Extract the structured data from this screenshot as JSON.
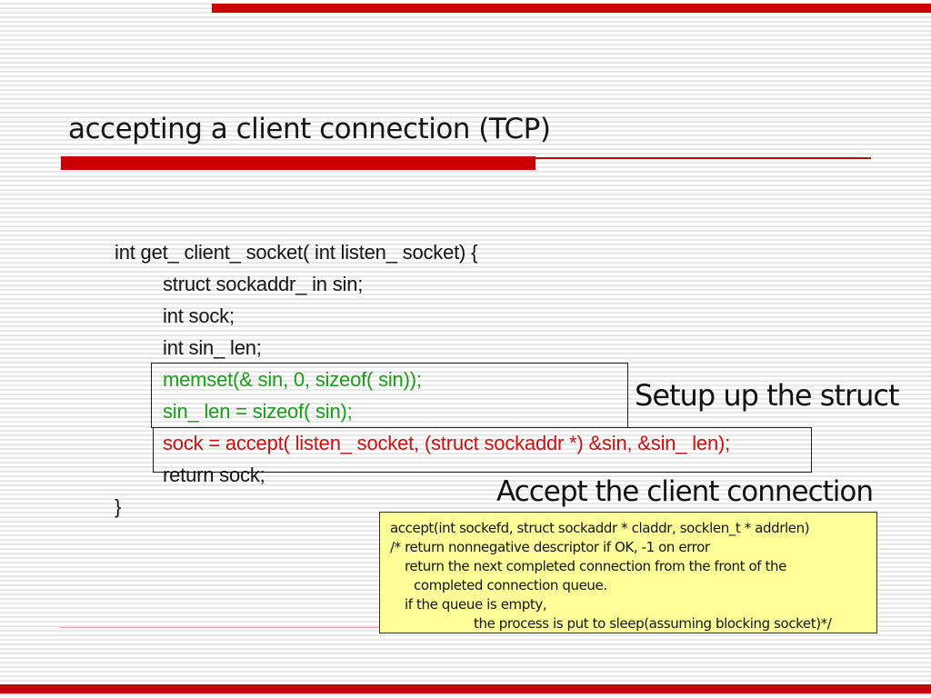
{
  "slide": {
    "title": "accepting a client connection (TCP)",
    "code": {
      "lines": [
        {
          "text": "int get_ client_ socket( int listen_ socket) {",
          "color": "black",
          "indent": 0
        },
        {
          "text": "struct sockaddr_ in sin;",
          "color": "black",
          "indent": 1
        },
        {
          "text": "int sock;",
          "color": "black",
          "indent": 1
        },
        {
          "text": "int sin_ len;",
          "color": "black",
          "indent": 1
        },
        {
          "text": "memset(& sin, 0, sizeof( sin));",
          "color": "green",
          "indent": 1
        },
        {
          "text": "sin_ len = sizeof( sin);",
          "color": "green",
          "indent": 1
        },
        {
          "text": "sock = accept( listen_ socket, (struct sockaddr *) &sin, &sin_ len);",
          "color": "red",
          "indent": 1
        },
        {
          "text": "return sock;",
          "color": "black",
          "indent": 1
        },
        {
          "text": "}",
          "color": "black",
          "indent": 0
        }
      ]
    },
    "callouts": {
      "setup": "Setup up the struct",
      "accept": "Accept the client connection"
    },
    "note": {
      "lines": [
        {
          "text": "accept(int sockefd, struct sockaddr * claddr, socklen_t * addrlen)",
          "indent": 0
        },
        {
          "text": "/* return nonnegative descriptor if OK, -1 on error",
          "indent": 0
        },
        {
          "text": "return the next completed connection from the front of the",
          "indent": 1
        },
        {
          "text": "completed connection queue.",
          "indent": 2
        },
        {
          "text": "if the queue is empty,",
          "indent": 1
        },
        {
          "text": "the process is put to sleep(assuming blocking socket)*/",
          "indent": 3
        }
      ]
    },
    "colors": {
      "accent_red": "#cc0000",
      "code_green": "#1a9e1a",
      "code_red": "#cc1111",
      "note_bg": "#ffff99",
      "stripe_gray": "#e8e8e8"
    }
  }
}
